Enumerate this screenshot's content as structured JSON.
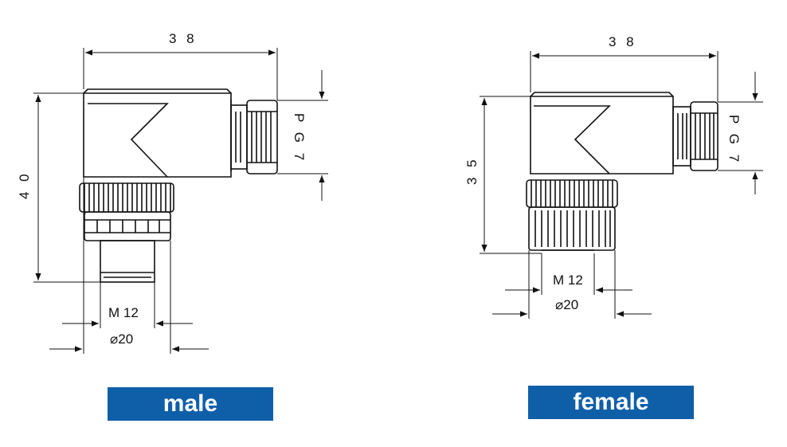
{
  "colors": {
    "label_bg": "#0f5fa8",
    "line": "#111111"
  },
  "male": {
    "dim_width": "3 8",
    "dim_height": "4 0",
    "dim_thread_side": "P G 7",
    "dim_thread": "M 12",
    "dim_diameter": "⌀20",
    "label": "male"
  },
  "female": {
    "dim_width": "3 8",
    "dim_height": "3 5",
    "dim_thread_side": "P G 7",
    "dim_thread": "M 12",
    "dim_diameter": "⌀20",
    "label": "female"
  }
}
